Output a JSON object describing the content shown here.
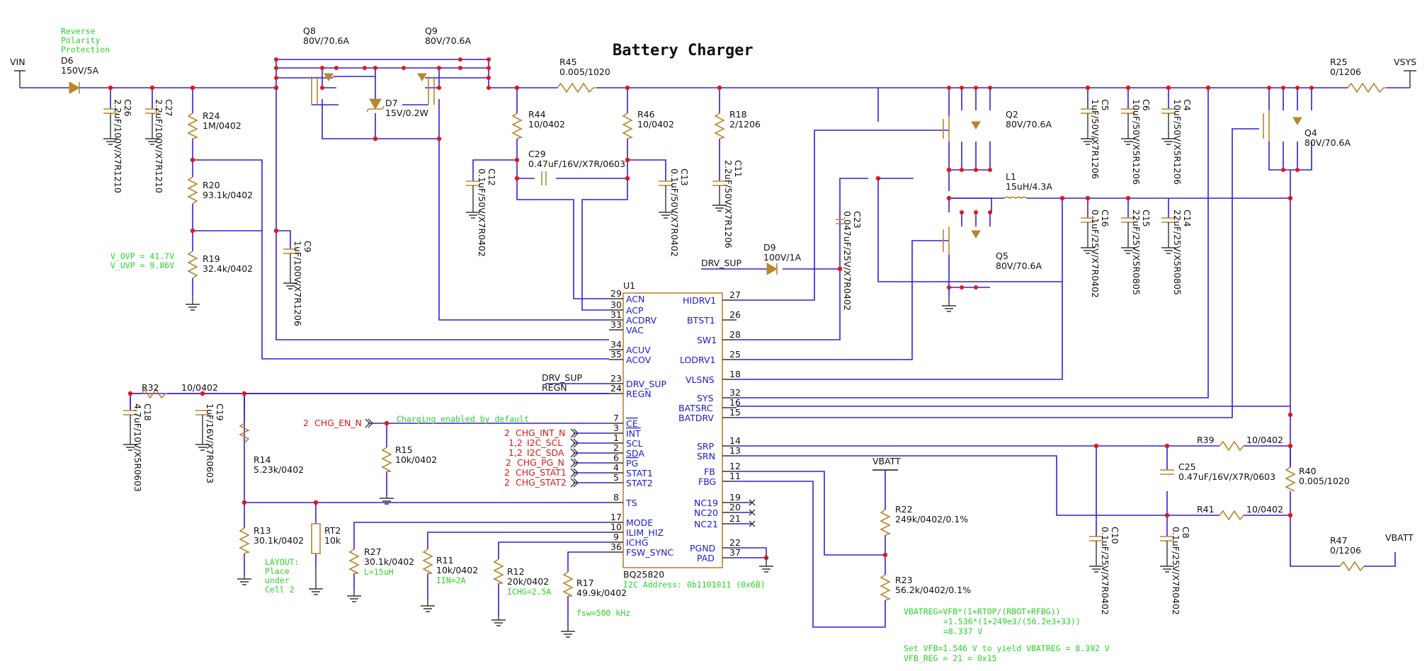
{
  "title": "Battery Charger",
  "ports": {
    "vin": "VIN",
    "vsys": "VSYS",
    "vbatt_top": "VBATT",
    "vbatt_right": "VBATT",
    "drv_sup": "DRV_SUP"
  },
  "notes": {
    "reverse1": "Reverse",
    "reverse2": "Polarity",
    "reverse3": "Protection",
    "ovp": "V_OVP = 41.7V",
    "uvp": "V_UVP = 9.86V",
    "charging": "Charging enabled by default",
    "layout1": "LAYOUT:",
    "layout2": "Place",
    "layout3": "under",
    "layout4": "Cell 2",
    "r27note": "L=15uH",
    "r11note": "IIN=2A",
    "r12note": "ICHG=2.5A",
    "r17note": "fsw=500 kHz",
    "i2c": "I2C Address: 0b1101011 (0x6B)",
    "vb1": "VBATREG=VFB*(1+RTOP/(RBOT+RFBG))",
    "vb2": "=1.536*(1+249e3/(56.2e3+33))",
    "vb3": "=8.337 V",
    "vb4": "Set VFB=1.546 V to yield VBATREG = 8.392 V",
    "vb5": "VFB_REG = 21 = 0x15"
  },
  "parts": {
    "d6": {
      "ref": "D6",
      "val": "150V/5A"
    },
    "q8": {
      "ref": "Q8",
      "val": "80V/70.6A"
    },
    "q9": {
      "ref": "Q9",
      "val": "80V/70.6A"
    },
    "d7": {
      "ref": "D7",
      "val": "15V/0.2W"
    },
    "c26": {
      "ref": "C26",
      "val": "2.2uF/100V/X7R1210"
    },
    "c27": {
      "ref": "C27",
      "val": "2.2uF/100V/X7R1210"
    },
    "r24": {
      "ref": "R24",
      "val": "1M/0402"
    },
    "r20": {
      "ref": "R20",
      "val": "93.1k/0402"
    },
    "r19": {
      "ref": "R19",
      "val": "32.4k/0402"
    },
    "c9": {
      "ref": "C9",
      "val": "1uF/100V/X7R1206"
    },
    "r45": {
      "ref": "R45",
      "val": "0.005/1020"
    },
    "r44": {
      "ref": "R44",
      "val": "10/0402"
    },
    "r46": {
      "ref": "R46",
      "val": "10/0402"
    },
    "c29": {
      "ref": "C29",
      "val": "0.47uF/16V/X7R/0603"
    },
    "c12": {
      "ref": "C12",
      "val": "0.1uF/50V/X7R0402"
    },
    "c13": {
      "ref": "C13",
      "val": "0.1uF/50V/X7R0402"
    },
    "r18": {
      "ref": "R18",
      "val": "2/1206"
    },
    "c11": {
      "ref": "C11",
      "val": "2.2uF/50V/X7R1206"
    },
    "q2": {
      "ref": "Q2",
      "val": "80V/70.6A"
    },
    "q5": {
      "ref": "Q5",
      "val": "80V/70.6A"
    },
    "q4": {
      "ref": "Q4",
      "val": "80V/70.6A"
    },
    "l1": {
      "ref": "L1",
      "val": "15uH/4.3A"
    },
    "c23": {
      "ref": "C23",
      "val": "0.047uF/25V/X7R0402"
    },
    "d9": {
      "ref": "D9",
      "val": "100V/1A"
    },
    "c5": {
      "ref": "C5",
      "val": "1uF/50V/X7R1206"
    },
    "c6": {
      "ref": "C6",
      "val": "10uF/50V/X5R1206"
    },
    "c4": {
      "ref": "C4",
      "val": "10uF/50V/X5R1206"
    },
    "c16": {
      "ref": "C16",
      "val": "0.1uF/25V/X7R0402"
    },
    "c15": {
      "ref": "C15",
      "val": "22uF/25V/X5R0805"
    },
    "c14": {
      "ref": "C14",
      "val": "22uF/25V/X5R0805"
    },
    "r25": {
      "ref": "R25",
      "val": "0/1206"
    },
    "r32": {
      "ref": "R32",
      "val": "10/0402"
    },
    "c18": {
      "ref": "C18",
      "val": "4.7uF/10V/X5R0603"
    },
    "c19": {
      "ref": "C19",
      "val": "1uF/16V/X7R0603"
    },
    "r14": {
      "ref": "R14",
      "val": "5.23k/0402"
    },
    "r13": {
      "ref": "R13",
      "val": "30.1k/0402"
    },
    "rt2": {
      "ref": "RT2",
      "val": "10k"
    },
    "r27": {
      "ref": "R27",
      "val": "30.1k/0402"
    },
    "r11": {
      "ref": "R11",
      "val": "10k/0402"
    },
    "r12": {
      "ref": "R12",
      "val": "20k/0402"
    },
    "r17": {
      "ref": "R17",
      "val": "49.9k/0402"
    },
    "r15": {
      "ref": "R15",
      "val": "10k/0402"
    },
    "r39": {
      "ref": "R39",
      "val": "10/0402"
    },
    "r41": {
      "ref": "R41",
      "val": "10/0402"
    },
    "r40": {
      "ref": "R40",
      "val": "0.005/1020"
    },
    "c25": {
      "ref": "C25",
      "val": "0.47uF/16V/X7R/0603"
    },
    "c10": {
      "ref": "C10",
      "val": "0.1uF/25V/X7R0402"
    },
    "c8": {
      "ref": "C8",
      "val": "0.1uF/25V/X7R0402"
    },
    "r22": {
      "ref": "R22",
      "val": "249k/0402/0.1%"
    },
    "r23": {
      "ref": "R23",
      "val": "56.2k/0402/0.1%"
    },
    "r47": {
      "ref": "R47",
      "val": "0/1206"
    }
  },
  "ic": {
    "ref": "U1",
    "part": "BQ25820",
    "left_pins": [
      {
        "num": "29",
        "name": "ACN"
      },
      {
        "num": "30",
        "name": "ACP"
      },
      {
        "num": "31",
        "name": "ACDRV"
      },
      {
        "num": "33",
        "name": "VAC"
      },
      {
        "num": "34",
        "name": "ACUV"
      },
      {
        "num": "35",
        "name": "ACOV"
      },
      {
        "num": "23",
        "name": "DRV_SUP"
      },
      {
        "num": "24",
        "name": "REGN"
      },
      {
        "num": "7",
        "name": "CE"
      },
      {
        "num": "3",
        "name": "INT"
      },
      {
        "num": "1",
        "name": "SCL"
      },
      {
        "num": "2",
        "name": "SDA"
      },
      {
        "num": "6",
        "name": "PG"
      },
      {
        "num": "4",
        "name": "STAT1"
      },
      {
        "num": "5",
        "name": "STAT2"
      },
      {
        "num": "8",
        "name": "TS"
      },
      {
        "num": "17",
        "name": "MODE"
      },
      {
        "num": "10",
        "name": "ILIM_HIZ"
      },
      {
        "num": "9",
        "name": "ICHG"
      },
      {
        "num": "36",
        "name": "FSW_SYNC"
      }
    ],
    "right_pins": [
      {
        "num": "27",
        "name": "HIDRV1"
      },
      {
        "num": "26",
        "name": "BTST1"
      },
      {
        "num": "28",
        "name": "SW1"
      },
      {
        "num": "25",
        "name": "LODRV1"
      },
      {
        "num": "18",
        "name": "VLSNS"
      },
      {
        "num": "32",
        "name": "SYS"
      },
      {
        "num": "16",
        "name": "BATSRC"
      },
      {
        "num": "15",
        "name": "BATDRV"
      },
      {
        "num": "14",
        "name": "SRP"
      },
      {
        "num": "13",
        "name": "SRN"
      },
      {
        "num": "12",
        "name": "FB"
      },
      {
        "num": "11",
        "name": "FBG"
      },
      {
        "num": "19",
        "name": "NC19"
      },
      {
        "num": "20",
        "name": "NC20"
      },
      {
        "num": "21",
        "name": "NC21"
      },
      {
        "num": "22",
        "name": "PGND"
      },
      {
        "num": "37",
        "name": "PAD"
      }
    ]
  },
  "nets": {
    "drv_sup": "DRV_SUP",
    "regn": "REGN"
  },
  "off_sheet": [
    {
      "sheet": "2",
      "name": "CHG_EN_N"
    },
    {
      "sheet": "2",
      "name": "CHG_INT_N"
    },
    {
      "sheet": "1,2",
      "name": "I2C_SCL"
    },
    {
      "sheet": "1,2",
      "name": "I2C_SDA"
    },
    {
      "sheet": "2",
      "name": "CHG_PG_N"
    },
    {
      "sheet": "2",
      "name": "CHG_STAT1"
    },
    {
      "sheet": "2",
      "name": "CHG_STAT2"
    }
  ]
}
